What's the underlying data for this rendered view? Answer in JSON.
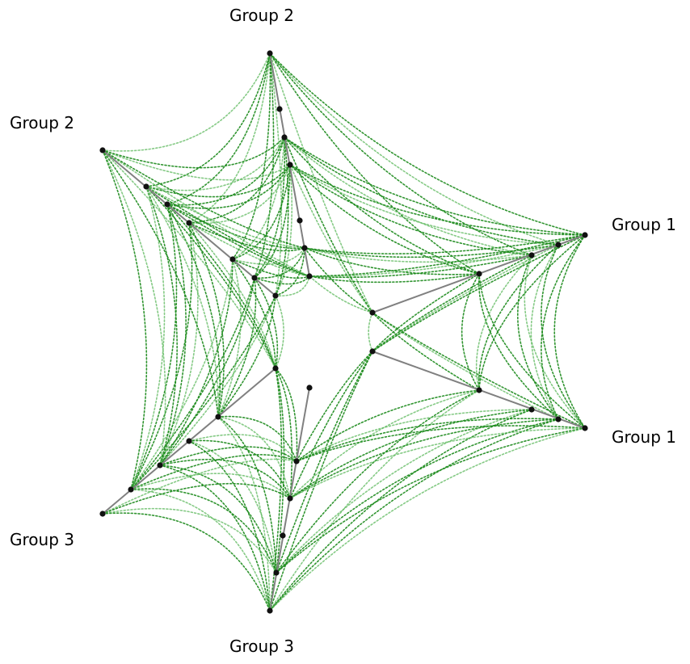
{
  "axis_labels": {
    "g1_upper": "Group 1",
    "g1_lower": "Group 1",
    "g2_upper": "Group 2",
    "g2_left": "Group 2",
    "g3_left": "Group 3",
    "g3_lower": "Group 3"
  },
  "colors": {
    "edge_dark": "#1b8a1b",
    "edge_light": "#5cb85c",
    "axis": "#808080",
    "node": "#111111"
  }
}
